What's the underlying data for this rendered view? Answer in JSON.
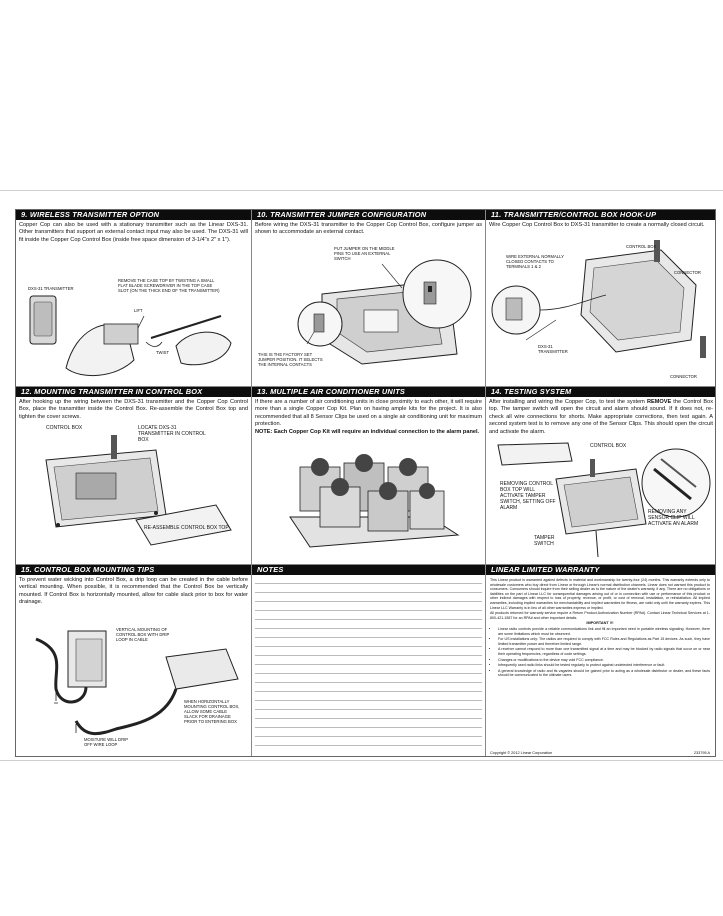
{
  "sections": {
    "s9": {
      "title": "9.  WIRELESS TRANSMITTER OPTION",
      "body": "Copper Cop can also be used with a stationary transmitter such as the Linear DXS-31. Other transmitters that support an external contact input may also be used. The DXS-31 will fit inside the Copper Cop Control Box (inside free space dimension of 3-1/4\"x 2\" x 1\").",
      "labels": {
        "transmitter": "DXS-31 TRANSMITTER",
        "remove": "REMOVE THE CASE TOP BY TWISTING A SMALL FLAT BLADE SCREWDRIVER IN THE TOP CASE SLOT (ON THE THICK END OF THE TRANSMITTER)",
        "lift": "LIFT",
        "twist": "TWIST"
      }
    },
    "s10": {
      "title": "10.  TRANSMITTER JUMPER CONFIGURATION",
      "body": "Before wiring the DXS-31 transmitter to the Copper Cop Control Box, configure jumper as shown to accommodate an external contact.",
      "labels": {
        "put": "PUT JUMPER ON THE MIDDLE PINS TO USE AN EXTERNAL SWITCH",
        "factory": "THIS IS THE FACTORY SET JUMPER POSITION. IT SELECTS THE INTERNAL CONTACTS"
      }
    },
    "s11": {
      "title": "11.  TRANSMITTER/CONTROL BOX HOOK-UP",
      "body": "Wire Copper Cop Control Box to DXS-31 transmitter to create a normally closed circuit.",
      "labels": {
        "control_box": "CONTROL BOX",
        "connector1": "CONNECTOR",
        "wire": "WIRE EXTERNAL NORMALLY CLOSED CONTACTS TO TERMINALS 1 & 2",
        "dxs": "DXS-31 TRANSMITTER",
        "connector2": "CONNECTOR"
      }
    },
    "s12": {
      "title": "12.  MOUNTING TRANSMITTER IN CONTROL BOX",
      "body": "After hooking up the wiring between the DXS-31 transmitter and the Copper Cop Control Box, place the transmitter inside the Control Box. Re-assemble the Control Box top and tighten the cover screws.",
      "labels": {
        "control_box": "CONTROL BOX",
        "locate": "LOCATE DXS-31 TRANSMITTER IN CONTROL BOX",
        "reassemble": "RE-ASSEMBLE CONTROL BOX TOP"
      }
    },
    "s13": {
      "title": "13.  MULTIPLE AIR CONDITIONER UNITS",
      "body": "If there are a number of air conditioning units in close proximity to each other, it will require more than a single Copper Cop Kit. Plan on having ample kits for the project. It is also recommended that all 8 Sensor Clips be used on a single air conditioning unit for maximum protection.",
      "note": "NOTE: Each Copper Cop Kit will require an individual connection to the alarm panel."
    },
    "s14": {
      "title": "14.  TESTING SYSTEM",
      "body_pre": "After installing and wiring the Copper Cop, to test the system ",
      "body_bold": "REMOVE",
      "body_post": " the Control Box top. The tamper switch will open the circuit and alarm should sound. If it does not, re-check all wire connections for shorts. Make appropriate corrections, then test again. A second system test is to remove any one of the Sensor Clips. This should open the circuit and activate the alarm.",
      "labels": {
        "control_box": "CONTROL BOX",
        "removing": "REMOVING CONTROL BOX TOP WILL ACTIVATE TAMPER SWITCH, SETTING OFF ALARM",
        "clip": "REMOVING ANY SENSOR CLIP WILL ACTIVATE AN ALARM",
        "tamper": "TAMPER SWITCH"
      }
    },
    "s15": {
      "title": "15.  CONTROL BOX MOUNTING TIPS",
      "body": "To prevent water wicking into Control Box, a drip loop can be created in the cable before vertical mounting. When possible, it is recommended that the Control Box be vertically mounted. If Control Box is horizontally mounted, allow for cable slack prior to box for water drainage.",
      "labels": {
        "vertical": "VERTICAL MOUNTING OF CONTROL BOX WITH DRIP LOOP IN CABLE",
        "moisture": "MOISTURE WILL DRIP OFF WIRE LOOP",
        "horizontal": "WHEN HORIZONTALLY MOUNTING CONTROL BOX, ALLOW SOME CABLE SLACK FOR DRAINAGE PRIOR TO ENTERING BOX"
      }
    },
    "notes": {
      "title": "NOTES"
    },
    "warranty": {
      "title": "LINEAR LIMITED WARRANTY",
      "para1": "This Linear product is warranted against defects in material and workmanship for twenty-four (24) months. This warranty extends only to wholesale customers who buy direct from Linear or through Linear's normal distribution channels. Linear does not warrant this product to consumers. Consumers should inquire from their selling dealer as to the nature of the dealer's warranty, if any. There are no obligations or liabilities on the part of Linear LLC for consequential damages arising out of or in connection with use or performance of this product or other indirect damages with respect to loss of property, revenue, or profit, or cost of removal, installation, or reinstallation. All implied warranties, including implied warranties for merchantability and implied warranties for fitness, are valid only until the warranty expires. This Linear LLC Warranty is in lieu of all other warranties express or implied.",
      "para2": "All products returned for warranty service require a Return Product Authorization Number (RPA#). Contact Linear Technical Services at 1-800-421-1587 for an RPA# and other important details.",
      "important": "IMPORTANT !!!",
      "bullets": [
        "Linear radio controls provide a reliable communications link and fill an important need in portable wireless signaling. However, there are some limitations which must be observed.",
        "For US installations only: The radios are required to comply with FCC Rules and Regulations as Part 15 devices. As such, they have limited transmitter power and therefore limited range.",
        "A receiver cannot respond to more than one transmitted signal at a time and may be blocked by radio signals that occur on or near their operating frequencies, regardless of code settings.",
        "Changes or modifications to the device may void FCC compliance.",
        "Infrequently used radio links should be tested regularly to protect against undetected interference or fault.",
        "A general knowledge of radio and its vagaries should be gained prior to acting as a wholesale distributor or dealer, and these facts should be communicated to the ultimate users."
      ],
      "copyright": "Copyright © 2012 Linear Corporation",
      "code": "233795 A"
    }
  }
}
